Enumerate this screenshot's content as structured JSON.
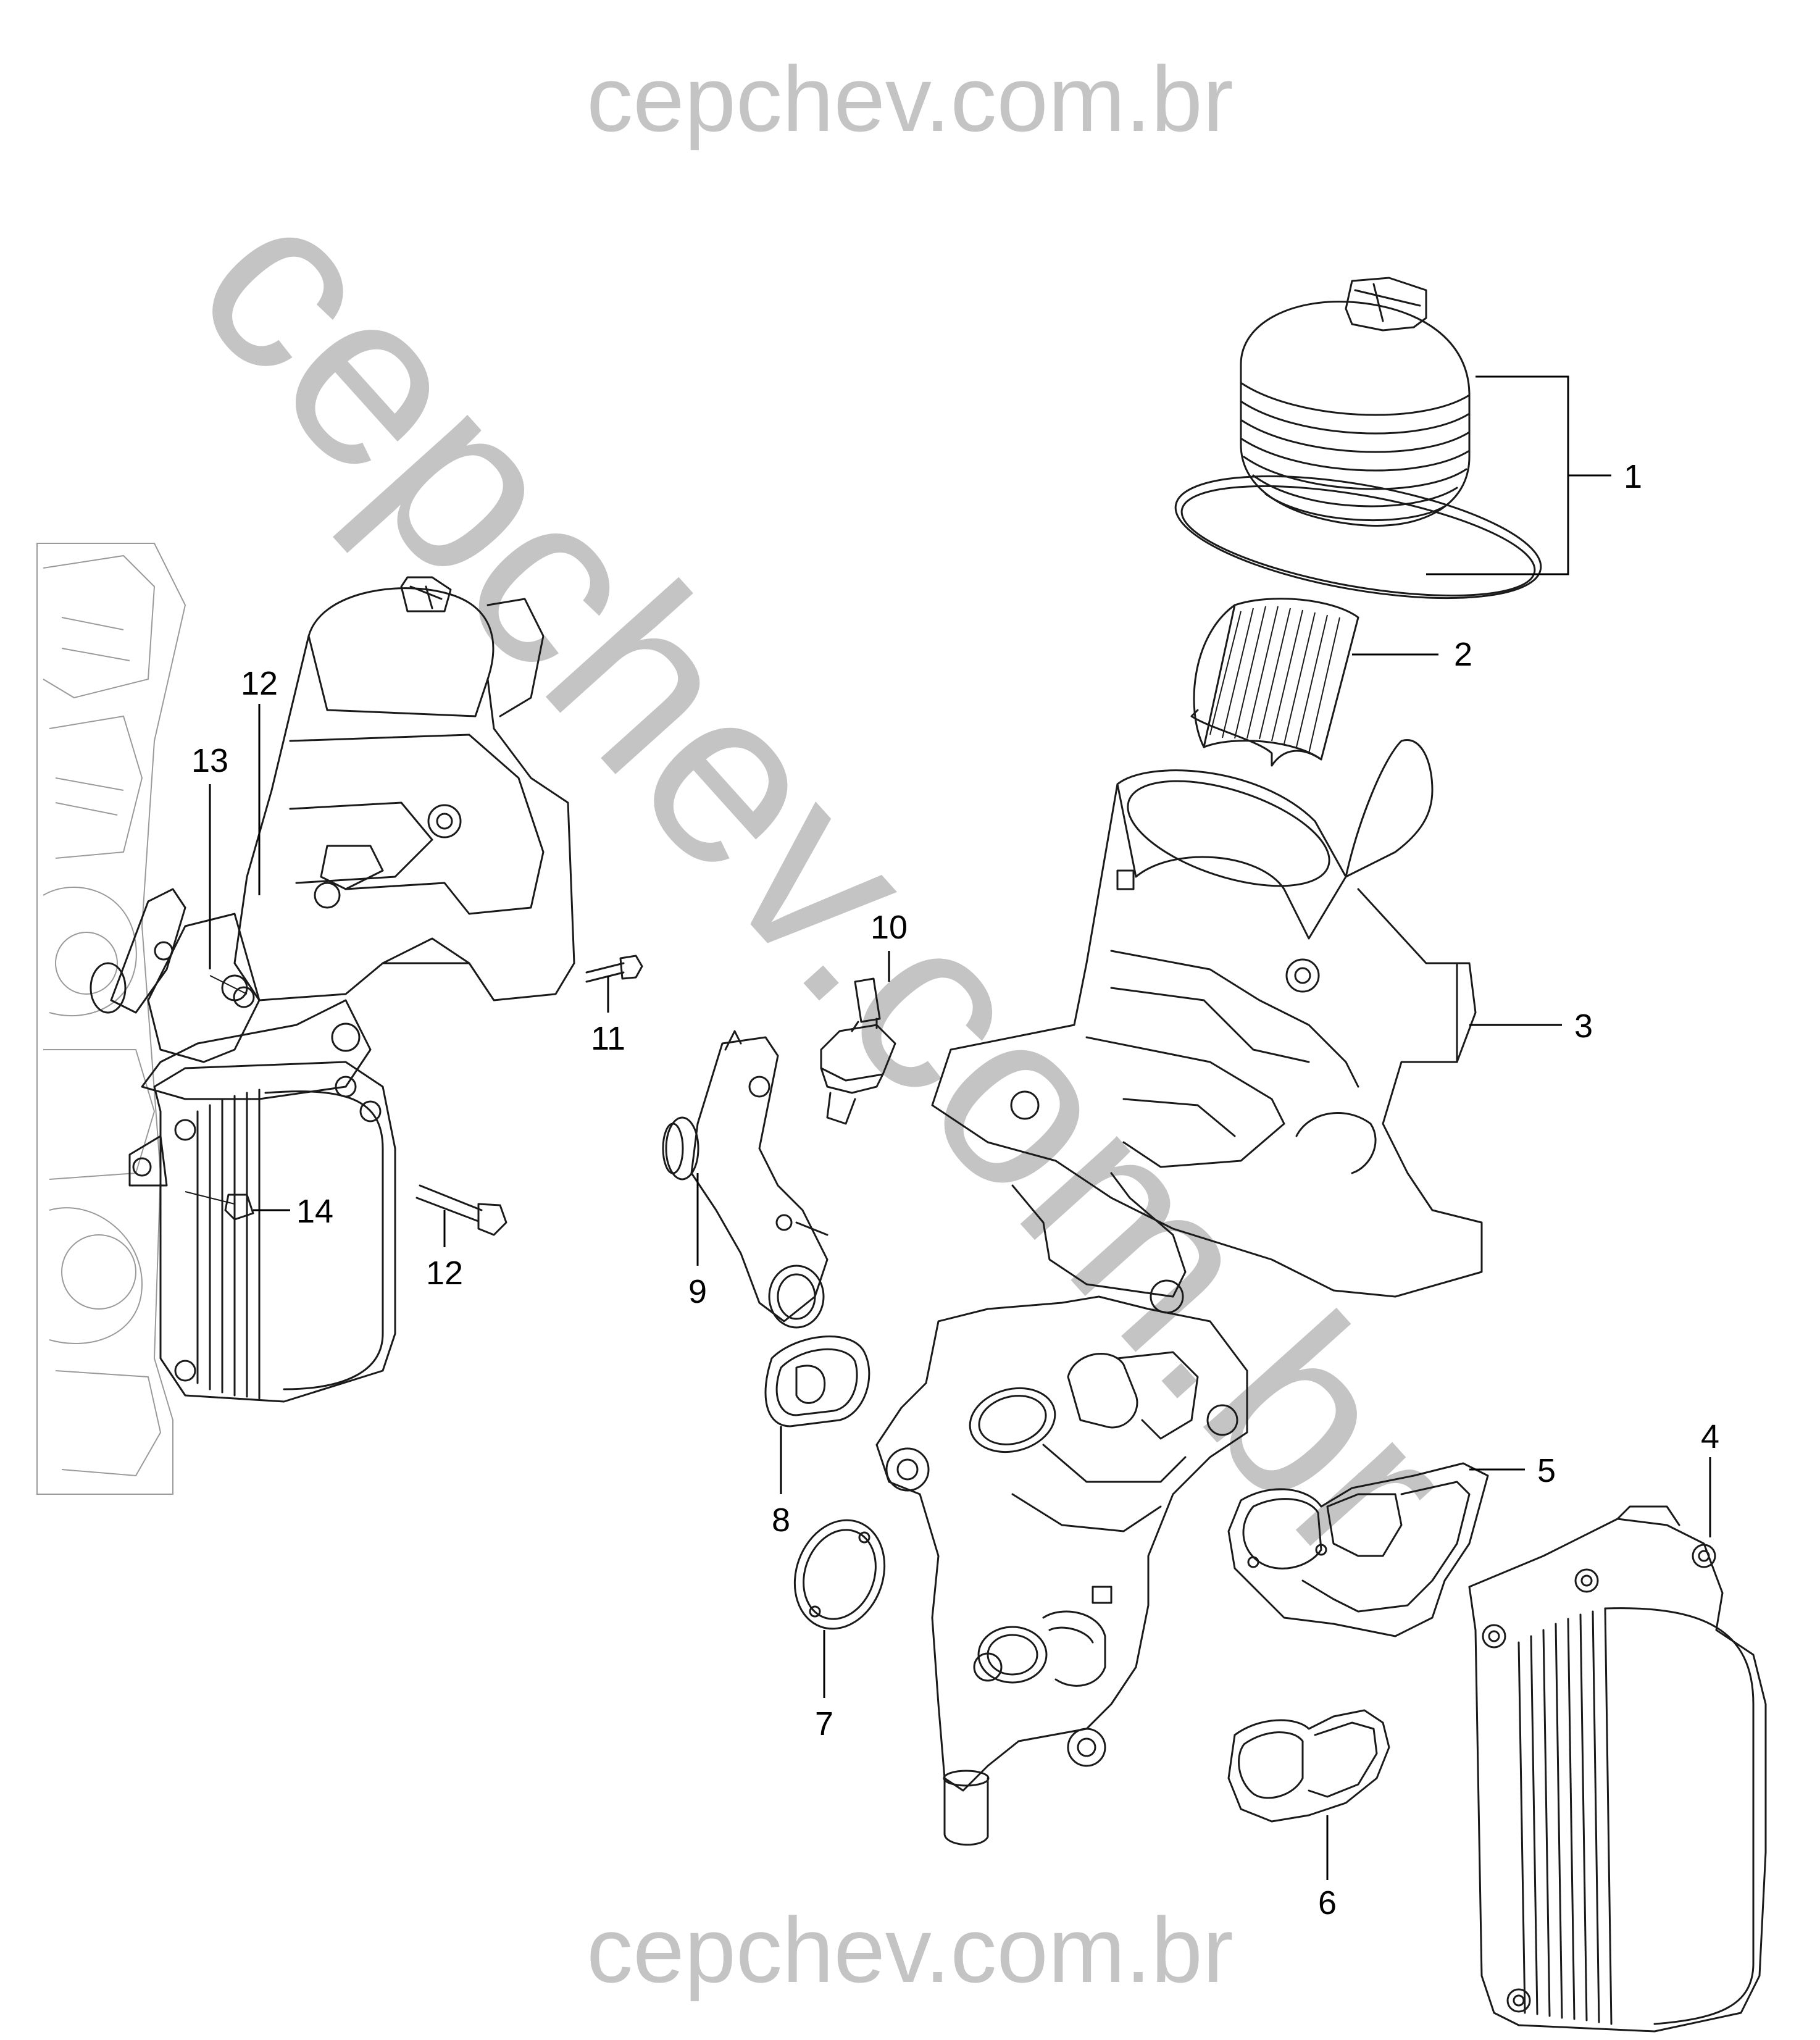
{
  "watermark": {
    "top": "cepchev.com.br",
    "bottom": "cepchev.com.br",
    "diagonal": "cepchev.com.br",
    "color": "#c4c4c4"
  },
  "callouts": {
    "c1": "1",
    "c2": "2",
    "c3": "3",
    "c4": "4",
    "c5": "5",
    "c6": "6",
    "c7": "7",
    "c8": "8",
    "c9": "9",
    "c10": "10",
    "c11": "11",
    "c12a": "12",
    "c12b": "12",
    "c13": "13",
    "c14": "14"
  }
}
